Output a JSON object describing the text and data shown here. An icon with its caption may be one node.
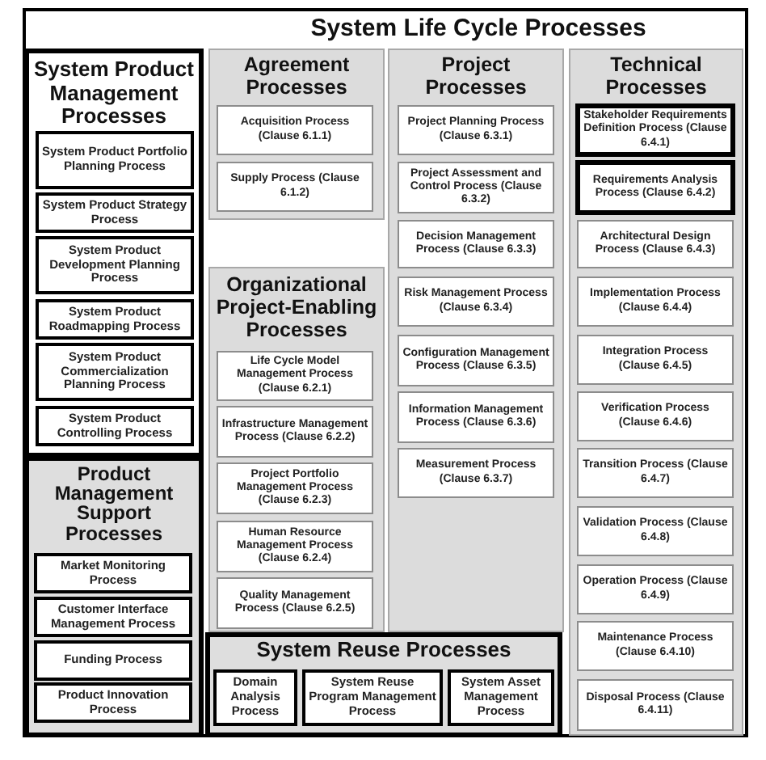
{
  "diagram": {
    "nodes": [
      {
        "text": [
          "System Life Cycle Processes"
        ]
      },
      {
        "text": [
          "System Product Management Processes"
        ],
        "in": 0
      },
      {
        "text": [
          "System Product Portfolio Planning Process"
        ],
        "in": 1
      },
      {
        "text": [
          "System Product Strategy Process"
        ],
        "in": 1
      },
      {
        "text": [
          "System Product Development Planning Process"
        ],
        "in": 1
      },
      {
        "text": [
          "System Product Roadmapping Process"
        ],
        "in": 1
      },
      {
        "text": [
          "System Product Commercialization Planning Process"
        ],
        "in": 1
      },
      {
        "text": [
          "System Product Controlling Process"
        ],
        "in": 1
      },
      {
        "text": [
          "Product Management Support Processes"
        ],
        "in": 0
      },
      {
        "text": [
          "Market Monitoring Process"
        ],
        "in": 8
      },
      {
        "text": [
          "Customer Interface Management Process"
        ],
        "in": 8
      },
      {
        "text": [
          "Funding Process"
        ],
        "in": 8
      },
      {
        "text": [
          "Product Innovation Process"
        ],
        "in": 8
      },
      {
        "text": [
          "Agreement Processes"
        ],
        "in": 0
      },
      {
        "text": [
          "Acquisition Process (Clause 6.1.1)"
        ],
        "in": 13
      },
      {
        "text": [
          "Supply Process (Clause 6.1.2)"
        ],
        "in": 13
      },
      {
        "text": [
          "Organizational Project-Enabling Processes"
        ],
        "in": 0
      },
      {
        "text": [
          "Life Cycle Model Management Process (Clause 6.2.1)"
        ],
        "in": 16
      },
      {
        "text": [
          "Infrastructure Management Process (Clause 6.2.2)"
        ],
        "in": 16
      },
      {
        "text": [
          "Project Portfolio Management Process (Clause 6.2.3)"
        ],
        "in": 16
      },
      {
        "text": [
          "Human Resource Management Process (Clause 6.2.4)"
        ],
        "in": 16
      },
      {
        "text": [
          "Quality Management Process (Clause 6.2.5)"
        ],
        "in": 16
      },
      {
        "text": [
          "Project Processes"
        ],
        "in": 0
      },
      {
        "text": [
          "Project Planning Process (Clause 6.3.1)"
        ],
        "in": 22
      },
      {
        "text": [
          "Project Assessment and Control Process (Clause 6.3.2)"
        ],
        "in": 22
      },
      {
        "text": [
          "Decision Management Process (Clause 6.3.3)"
        ],
        "in": 22
      },
      {
        "text": [
          "Risk Management Process (Clause 6.3.4)"
        ],
        "in": 22
      },
      {
        "text": [
          "Configuration Management Process (Clause 6.3.5)"
        ],
        "in": 22
      },
      {
        "text": [
          "Information Management Process (Clause 6.3.6)"
        ],
        "in": 22
      },
      {
        "text": [
          "Measurement Process (Clause 6.3.7)"
        ],
        "in": 22
      },
      {
        "text": [
          "Technical Processes"
        ],
        "in": 0
      },
      {
        "text": [
          "Stakeholder Requirements Definition Process (Clause 6.4.1)"
        ],
        "in": 30
      },
      {
        "text": [
          "Requirements Analysis Process (Clause 6.4.2)"
        ],
        "in": 30
      },
      {
        "text": [
          "Architectural Design Process (Clause 6.4.3)"
        ],
        "in": 30
      },
      {
        "text": [
          "Implementation Process (Clause 6.4.4)"
        ],
        "in": 30
      },
      {
        "text": [
          "Integration Process (Clause 6.4.5)"
        ],
        "in": 30
      },
      {
        "text": [
          "Verification Process (Clause 6.4.6)"
        ],
        "in": 30
      },
      {
        "text": [
          "Transition Process (Clause 6.4.7)"
        ],
        "in": 30
      },
      {
        "text": [
          "Validation Process (Clause 6.4.8)"
        ],
        "in": 30
      },
      {
        "text": [
          "Operation Process (Clause 6.4.9)"
        ],
        "in": 30
      },
      {
        "text": [
          "Maintenance Process (Clause 6.4.10)"
        ],
        "in": 30
      },
      {
        "text": [
          "Disposal Process (Clause 6.4.11)"
        ],
        "in": 30
      },
      {
        "text": [
          "System Reuse Processes"
        ],
        "in": 0
      },
      {
        "text": [
          "Domain Analysis Process"
        ],
        "in": 42
      },
      {
        "text": [
          "System Reuse Program Management Process"
        ],
        "in": 42
      },
      {
        "text": [
          "System Asset Management Process"
        ],
        "in": 42
      }
    ]
  }
}
